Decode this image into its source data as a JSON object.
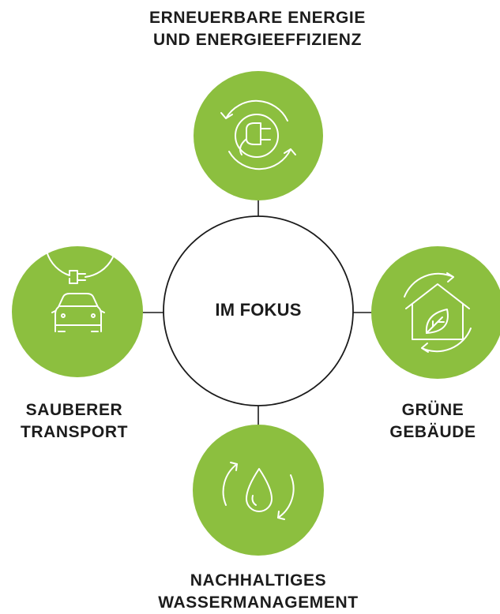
{
  "center": {
    "label": "IM FOKUS"
  },
  "nodes": {
    "top": {
      "line1": "ERNEUERBARE ENERGIE",
      "line2": "UND ENERGIEEFFIZIENZ",
      "icon": "plug-cycle-icon"
    },
    "left": {
      "line1": "SAUBERER",
      "line2": "TRANSPORT",
      "icon": "electric-car-icon"
    },
    "right": {
      "line1": "GRÜNE",
      "line2": "GEBÄUDE",
      "icon": "green-house-leaf-icon"
    },
    "bottom": {
      "line1": "NACHHALTIGES",
      "line2": "WASSERMANAGEMENT",
      "icon": "water-drop-cycle-icon"
    }
  },
  "colors": {
    "node_fill": "#8cbf3f",
    "icon_stroke": "#ffffff",
    "line": "#1a1a1a",
    "text": "#1c1c1c"
  }
}
